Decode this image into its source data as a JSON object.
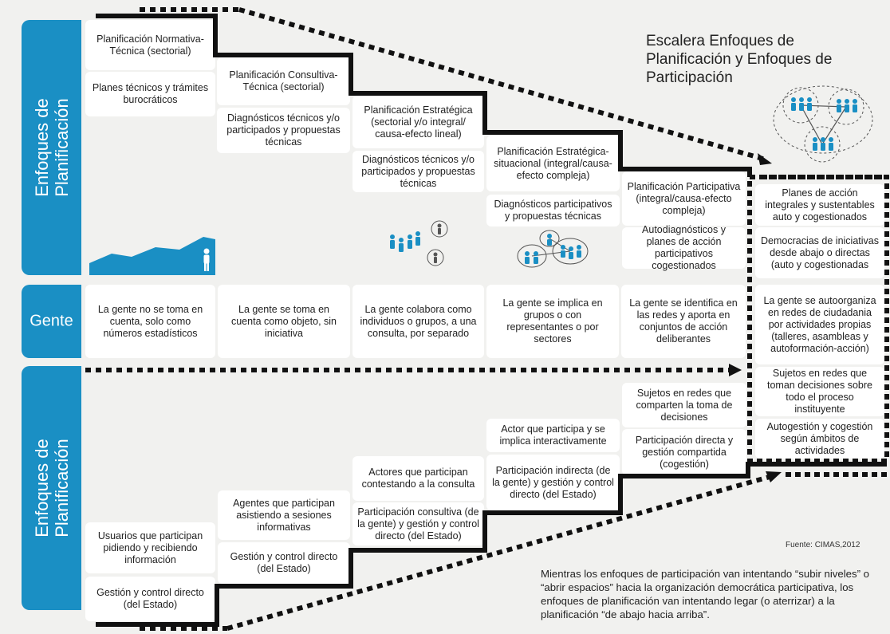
{
  "title": "Escalera Enfoques de Planificación y Enfoques de Participación",
  "source": "Fuente: CIMAS,2012",
  "note": "Mientras los enfoques de participación van intentando “subir niveles” o “abrir espacios” hacia la organización democrática participativa, los enfoques de planificación van intentando legar (o aterrizar) a la planificación “de abajo hacia arriba”.",
  "sidebars": {
    "top": "Enfoques de Planificación",
    "middle": "Gente",
    "bottom": "Enfoques de Planificación"
  },
  "planning_steps": [
    {
      "name": "Planificación Normativa-Técnica (sectorial)",
      "detail": "Planes técnicos y trámites burocráticos"
    },
    {
      "name": "Planificación Consultiva-Técnica (sectorial)",
      "detail": "Diagnósticos técnicos y/o participados y propuestas técnicas"
    },
    {
      "name": "Planificación Estratégica (sectorial y/o integral/ causa-efecto lineal)",
      "detail": "Diagnósticos técnicos y/o participados y propuestas técnicas"
    },
    {
      "name": "Planificación Estratégica-situacional (integral/causa-efecto compleja)",
      "detail": "Diagnósticos participativos y propuestas técnicas"
    },
    {
      "name": "Planificación Participativa (integral/causa-efecto compleja)",
      "detail": "Autodiagnósticos y planes de acción participativos cogestionados"
    },
    {
      "name": "Planes de acción integrales y sustentables auto y cogestionados",
      "detail": "Democracias de iniciativas desde abajo o directas (auto y cogestionadas"
    }
  ],
  "people": [
    "La gente no se toma en cuenta, solo como números estadísticos",
    "La gente  se toma en cuenta como objeto, sin iniciativa",
    "La gente  colabora como individuos o grupos, a una consulta, por separado",
    "La gente se implica en grupos o con representantes o por sectores",
    "La gente se identifica en las redes y aporta en conjuntos de acción deliberantes",
    "La gente se autoorganiza en redes de ciudadania por actividades propias (talleres, asambleas y autoformación-acción)"
  ],
  "participation_steps": [
    {
      "actor": "Usuarios que participan pidiendo y recibiendo información",
      "control": "Gestión y control directo (del Estado)"
    },
    {
      "actor": "Agentes que participan asistiendo a sesiones informativas",
      "control": "Gestión y control directo (del Estado)"
    },
    {
      "actor": "Actores que participan contestando a la consulta",
      "control": "Participación consultiva (de la gente) y gestión y control directo (del Estado)"
    },
    {
      "actor": "Actor que participa y se implica interactivamente",
      "control": "Participación indirecta (de la gente) y gestión y control directo (del Estado)"
    },
    {
      "actor": "Sujetos en redes que comparten la toma de decisiones",
      "control": "Participación directa y gestión compartida (cogestión)"
    },
    {
      "actor": "Sujetos en redes que toman decisiones sobre todo el proceso instituyente",
      "control": "Autogestión y cogestión según ámbitos de actividades"
    }
  ],
  "colors": {
    "accent": "#1a8fc4",
    "line": "#111111",
    "box": "#ffffff",
    "background": "#f1f1ef"
  }
}
